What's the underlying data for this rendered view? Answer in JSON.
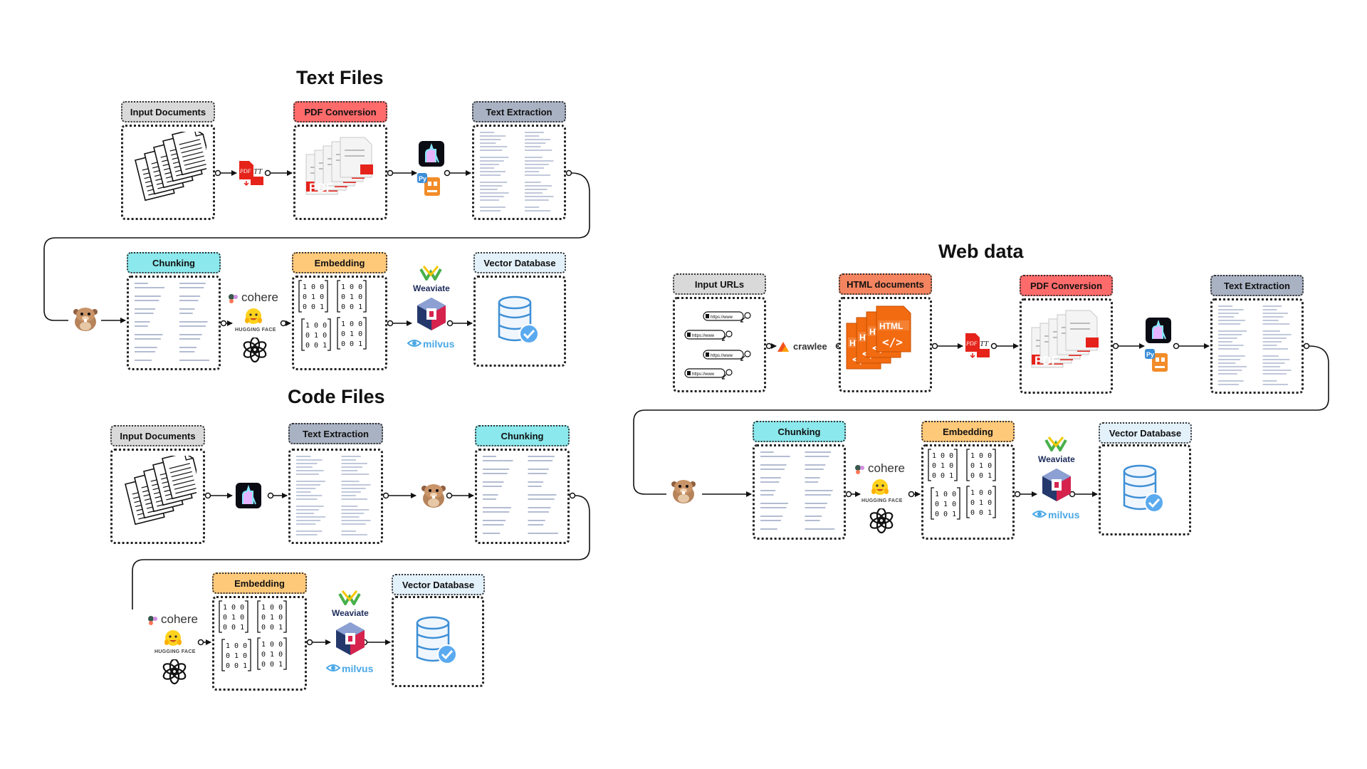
{
  "titles": {
    "text_files": "Text Files",
    "code_files": "Code Files",
    "web_data": "Web data"
  },
  "stages": {
    "input_documents": "Input Documents",
    "pdf_conversion": "PDF Conversion",
    "text_extraction": "Text Extraction",
    "chunking": "Chunking",
    "embedding": "Embedding",
    "vector_database": "Vector Database",
    "input_urls": "Input URLs",
    "html_documents": "HTML documents"
  },
  "logos": {
    "cohere": "cohere",
    "hugging_face": "HUGGING FACE",
    "weaviate": "Weaviate",
    "milvus": "milvus",
    "crawlee": "crawlee"
  },
  "colors": {
    "input_tag": "#d9d9d9",
    "pdf_tag": "#ff6b6b",
    "extraction_tag": "#a9b2c3",
    "chunking_tag": "#8be8ec",
    "embedding_tag": "#ffc97a",
    "vector_tag": "#e3f1fb",
    "html_tag": "#f4845f",
    "pdf_red": "#e5231b",
    "html_orange": "#f26b11",
    "db_blue": "#3d8fd6"
  },
  "icons": [
    "document-stack-icon",
    "pdf-convert-icon",
    "pdf-file-icon",
    "llama-parse-icon",
    "pymupdf-icon",
    "beaver-icon",
    "openai-icon",
    "weaviate-icon",
    "qdrant-icon",
    "vector-database-icon",
    "url-list-icon",
    "html-file-icon",
    "crawlee-icon"
  ]
}
